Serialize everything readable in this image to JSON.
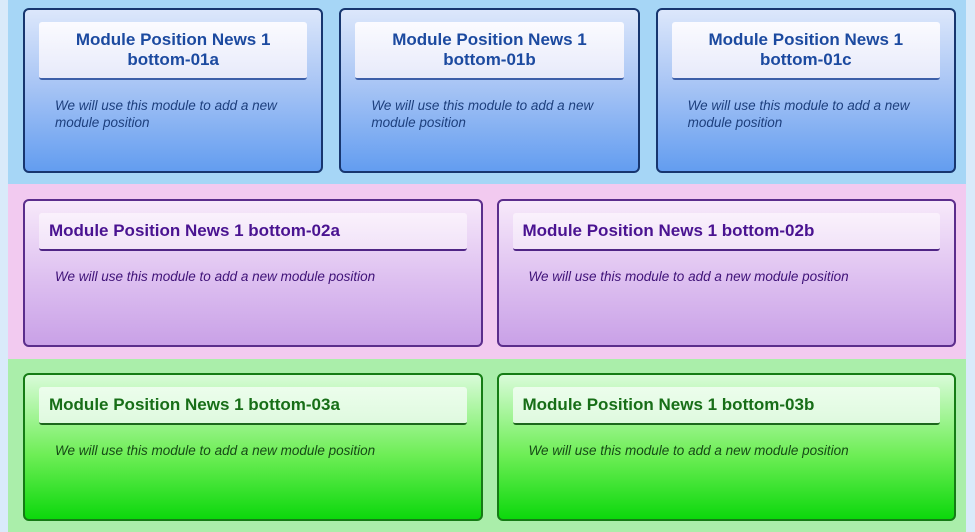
{
  "page": {
    "background_color": "#d9eafa"
  },
  "rows": [
    {
      "id": "bottom-01",
      "theme": {
        "name": "blue",
        "row_background": "#a6d6f6",
        "box_gradient_top": "#dce7fb",
        "box_gradient_bottom": "#639df0",
        "box_border": "#17366f",
        "title_color": "#1c4aa0",
        "text_color": "#1d3f7d"
      },
      "modules": [
        {
          "title": "Module Position News 1 bottom-01a",
          "description": "We will use this module to add a new module position"
        },
        {
          "title": "Module Position News 1 bottom-01b",
          "description": "We will use this module to add a new module position"
        },
        {
          "title": "Module Position News 1 bottom-01c",
          "description": "We will use this module to add a new module position"
        }
      ]
    },
    {
      "id": "bottom-02",
      "theme": {
        "name": "purple",
        "row_background": "#f2caf0",
        "box_gradient_top": "#f7e9fa",
        "box_gradient_bottom": "#c9a1e7",
        "box_border": "#5b2d8c",
        "title_color": "#4a1391",
        "text_color": "#3f1278"
      },
      "modules": [
        {
          "title": "Module Position News 1 bottom-02a",
          "description": "We will use this module to add a new module position"
        },
        {
          "title": "Module Position News 1 bottom-02b",
          "description": "We will use this module to add a new module position"
        }
      ]
    },
    {
      "id": "bottom-03",
      "theme": {
        "name": "green",
        "row_background": "#aaeeaa",
        "box_gradient_top": "#d9fbd9",
        "box_gradient_bottom": "#0cd80c",
        "box_border": "#157c15",
        "title_color": "#176e17",
        "text_color": "#164a16"
      },
      "modules": [
        {
          "title": "Module Position News 1 bottom-03a",
          "description": "We will use this module to add a new module position"
        },
        {
          "title": "Module Position News 1 bottom-03b",
          "description": "We will use this module to add a new module position"
        }
      ]
    }
  ]
}
